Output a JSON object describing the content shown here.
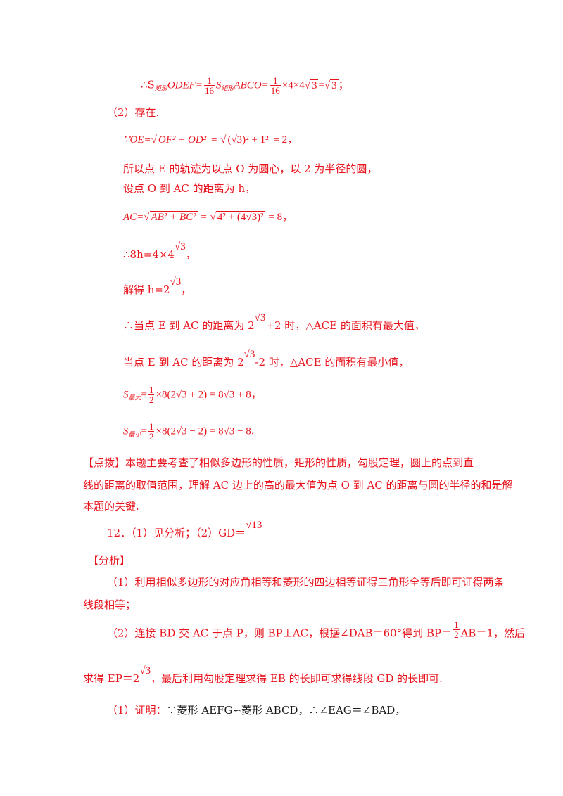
{
  "lines": {
    "l1_a": "∴S",
    "l1_sub1": "矩形",
    "l1_b": "ODEF=",
    "l1_f1n": "1",
    "l1_f1d": "16",
    "l1_c": "S",
    "l1_sub2": "矩形",
    "l1_d": "ABCO=",
    "l1_f2n": "1",
    "l1_f2d": "16",
    "l1_e": "×4×4",
    "l1_r1": "3",
    "l1_eq": "=",
    "l1_r2": "3",
    "l1_end": "；",
    "l2": "（2）存在.",
    "l3_a": "∵OE=",
    "l3_r1": "OF² + OD²",
    "l3_eq1": "=",
    "l3_r2": "(√3)² + 1²",
    "l3_eq2": "= 2",
    "l3_end": "，",
    "l4": "所以点 E 的轨迹为以点 O 为圆心，以 2 为半径的圆，",
    "l5": "设点 O 到 AC 的距离为 h，",
    "l6_a": "AC=",
    "l6_r1": "AB² + BC²",
    "l6_eq1": "=",
    "l6_r2": "4² + (4√3)²",
    "l6_eq2": "= 8",
    "l6_end": "，",
    "l7_a": "∴8h=4×4",
    "l7_r": "√3",
    "l7_end": "，",
    "l8_a": "解得 h=2",
    "l8_r": "√3",
    "l8_end": "，",
    "l9_a": "∴当点 E 到 AC 的距离为 2",
    "l9_r": "√3",
    "l9_b": "+2 时，△ACE 的面积有最大值，",
    "l10_a": "当点 E 到 AC 的距离为 2",
    "l10_r": "√3",
    "l10_b": "-2 时，△ACE 的面积有最小值，",
    "l11_a": "S",
    "l11_sub": "最大",
    "l11_eq": "=",
    "l11_fn": "1",
    "l11_fd": "2",
    "l11_b": "×8(2√3 + 2) = 8√3 + 8",
    "l11_end": "，",
    "l12_a": "S",
    "l12_sub": "最小",
    "l12_eq": "=",
    "l12_fn": "1",
    "l12_fd": "2",
    "l12_b": "×8(2√3 − 2) = 8√3 − 8",
    "l12_end": ".",
    "l13": "【点拨】本题主要考查了相似多边形的性质，矩形的性质，勾股定理，圆上的点到直",
    "l14": "线的距离的取值范围，理解 AC 边上的高的最大值为点 O 到 AC 的距离与圆的半径的和是解",
    "l15": "本题的关键.",
    "l16_a": "12．（1）见分析；（2）GD＝",
    "l16_r": "√13",
    "l17": "【分析】",
    "l18": "（1）利用相似多边形的对应角相等和菱形的四边相等证得三角形全等后即可证得两条",
    "l19": "线段相等；",
    "l20_a": "（2）连接 BD 交 AC 于点 P，则 BP⊥AC，根据∠DAB＝60°得到 BP＝",
    "l20_fn": "1",
    "l20_fd": "2",
    "l20_b": "AB＝1，然后",
    "l21_a": "求得 EP＝2",
    "l21_r": "√3",
    "l21_b": "，最后利用勾股定理求得 EB 的长即可求得线段 GD 的长即可.",
    "l22_a": "（1）证明：",
    "l22_b": "∵菱形 AEFG∽菱形 ABCD，∴∠EAG＝∠BAD，"
  }
}
